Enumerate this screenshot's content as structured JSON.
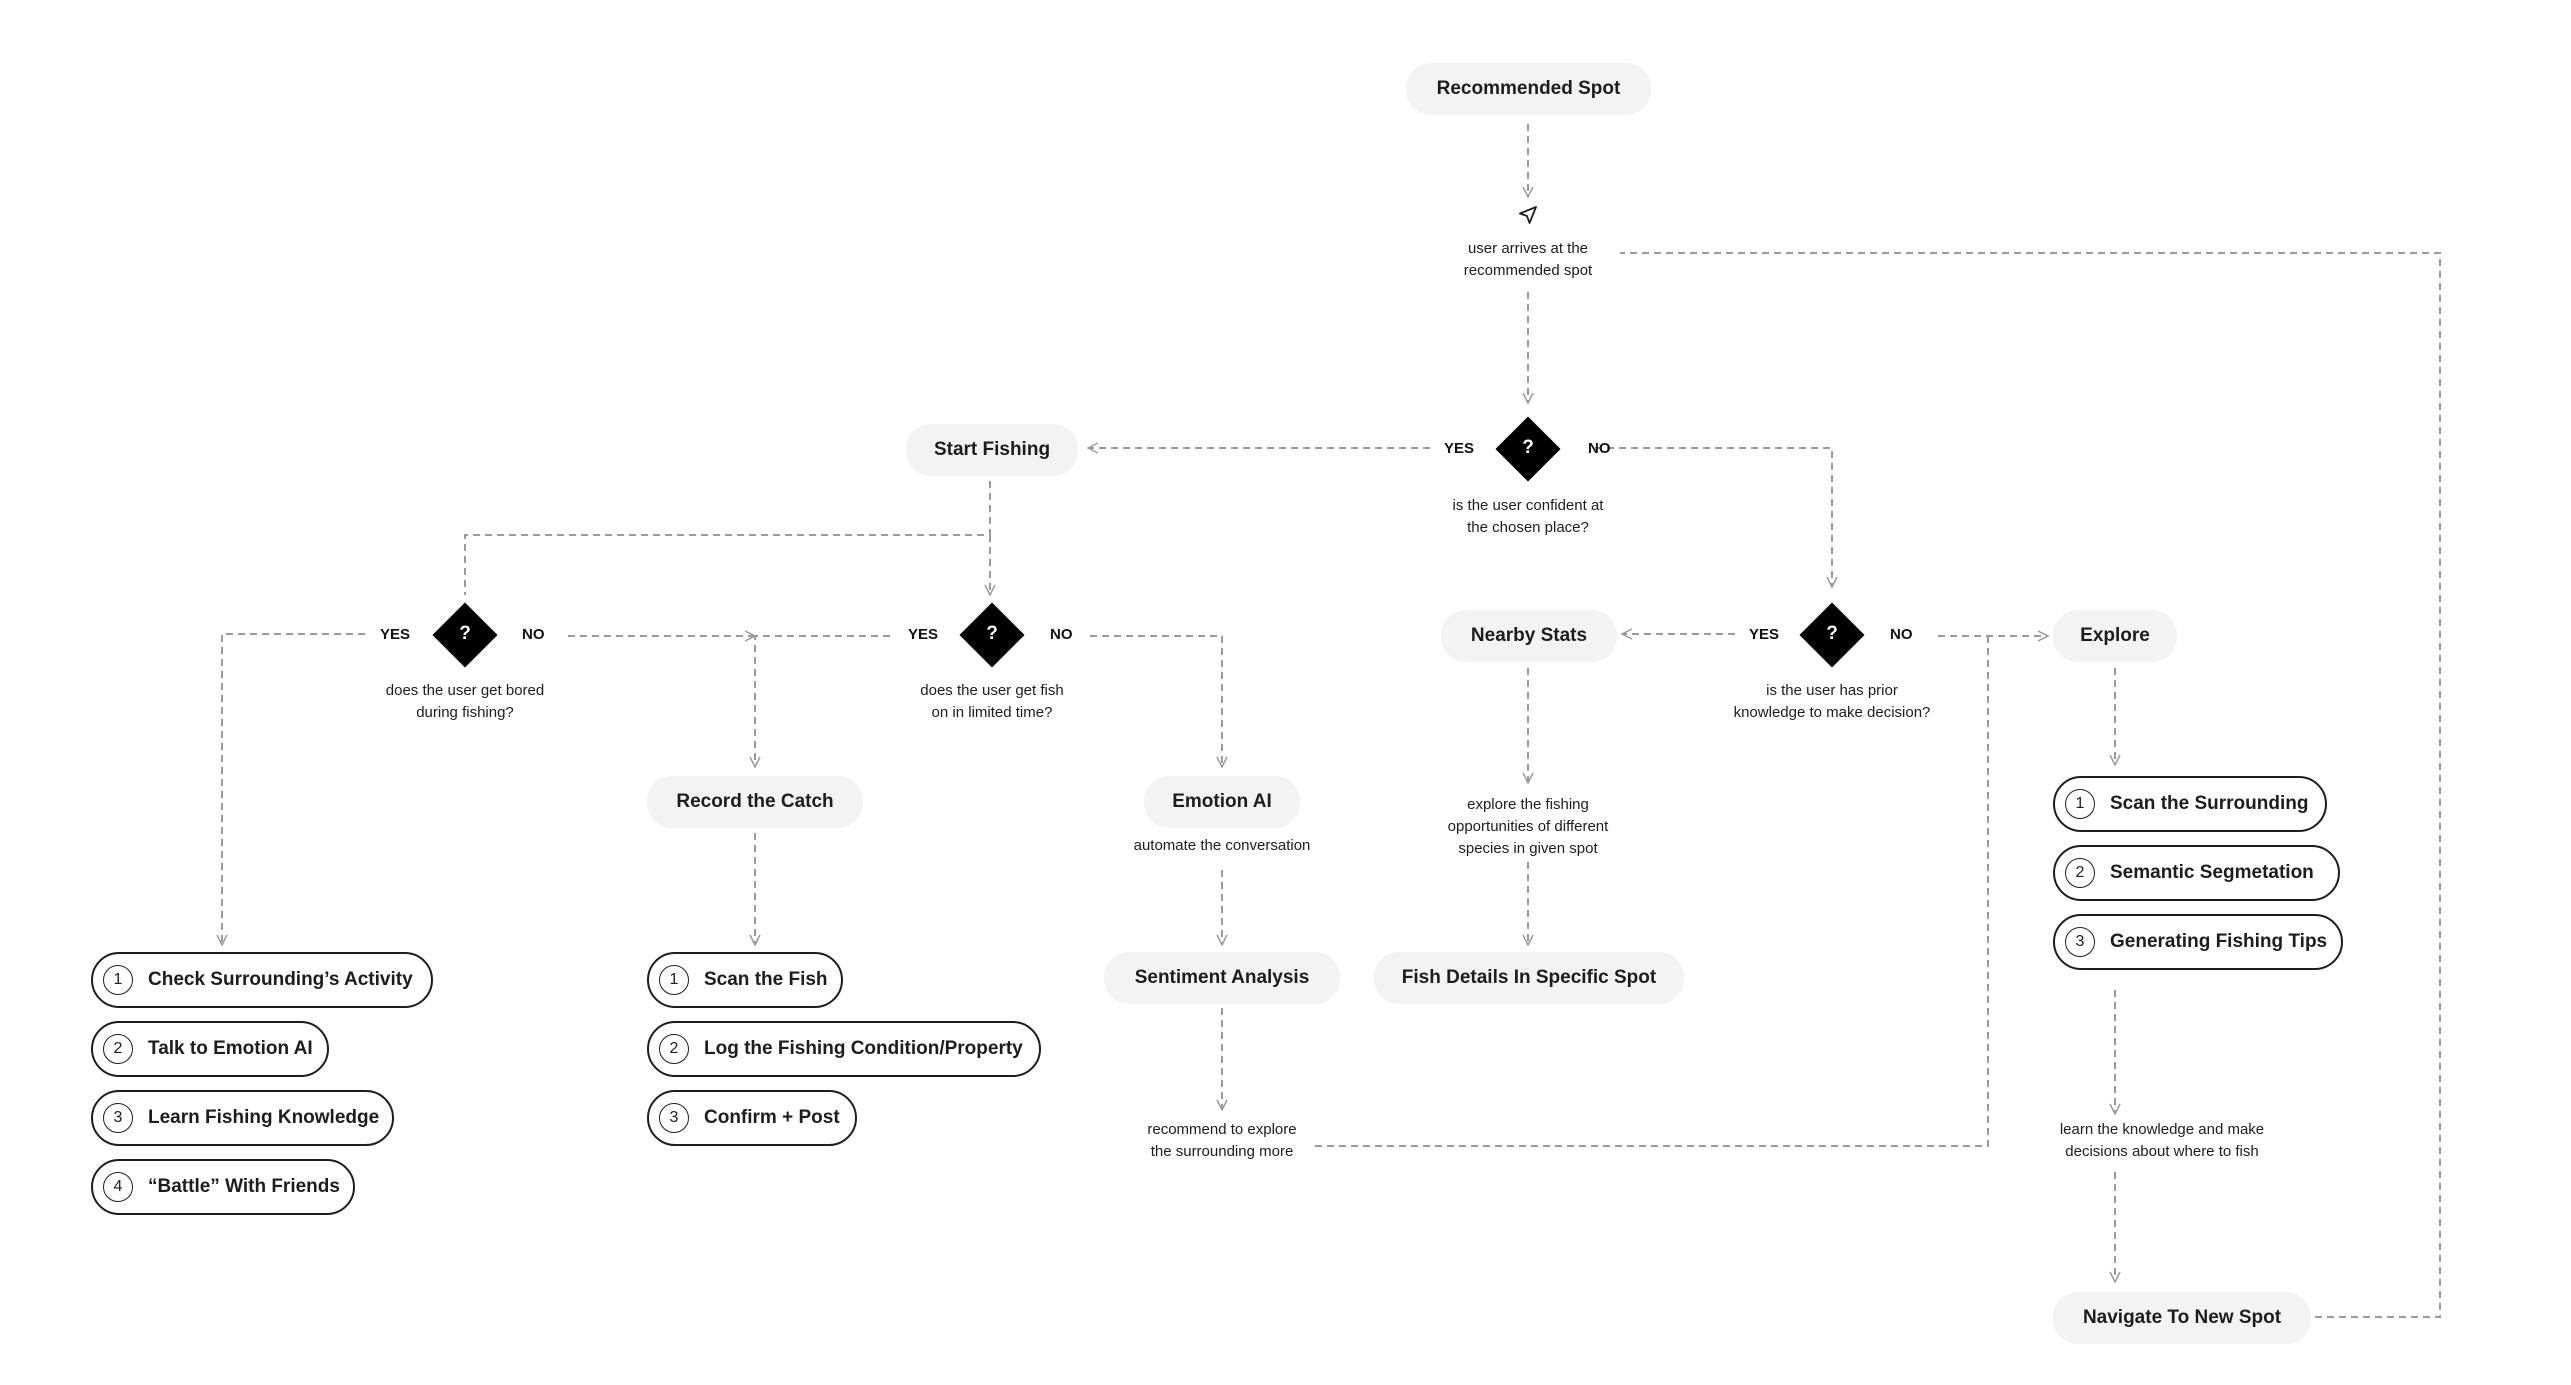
{
  "nodes": {
    "recommended_spot": "Recommended Spot",
    "start_fishing": "Start Fishing",
    "record_the_catch": "Record the Catch",
    "emotion_ai": "Emotion AI",
    "sentiment_analysis": "Sentiment Analysis",
    "nearby_stats": "Nearby Stats",
    "fish_details": "Fish Details In Specific Spot",
    "explore": "Explore",
    "navigate_new_spot": "Navigate To New Spot"
  },
  "notes": {
    "arrive_1": "user arrives at the",
    "arrive_2": "recommended spot",
    "automate": "automate the conversation",
    "explore_opps_1": "explore the fishing",
    "explore_opps_2": "opportunities of different",
    "explore_opps_3": "species in given spot",
    "recommend_1": "recommend to explore",
    "recommend_2": "the surrounding more",
    "learn_1": "learn the knowledge and make",
    "learn_2": "decisions about where to fish"
  },
  "decisions": {
    "confident": {
      "symbol": "?",
      "yes": "YES",
      "no": "NO",
      "q1": "is the user confident at",
      "q2": "the chosen place?"
    },
    "bored": {
      "symbol": "?",
      "yes": "YES",
      "no": "NO",
      "q1": "does the user get bored",
      "q2": "during fishing?"
    },
    "fish_time": {
      "symbol": "?",
      "yes": "YES",
      "no": "NO",
      "q1": "does the user get fish",
      "q2": "on in limited time?"
    },
    "knowledge": {
      "symbol": "?",
      "yes": "YES",
      "no": "NO",
      "q1": "is the user has prior",
      "q2": "knowledge to make decision?"
    }
  },
  "bored_steps": [
    {
      "num": "1",
      "label": "Check Surrounding’s Activity"
    },
    {
      "num": "2",
      "label": "Talk to Emotion AI"
    },
    {
      "num": "3",
      "label": "Learn Fishing Knowledge"
    },
    {
      "num": "4",
      "label": "“Battle” With Friends"
    }
  ],
  "catch_steps": [
    {
      "num": "1",
      "label": "Scan the Fish"
    },
    {
      "num": "2",
      "label": "Log the Fishing Condition/Property"
    },
    {
      "num": "3",
      "label": "Confirm + Post"
    }
  ],
  "explore_steps": [
    {
      "num": "1",
      "label": "Scan the Surrounding"
    },
    {
      "num": "2",
      "label": "Semantic Segmetation"
    },
    {
      "num": "3",
      "label": "Generating Fishing Tips"
    }
  ],
  "icons": {
    "arrive": "send-arrow-icon"
  },
  "colors": {
    "pill_bg": "#f3f3f4",
    "line": "#9a9a9a",
    "diamond": "#000000",
    "text": "#1d1d1d"
  }
}
